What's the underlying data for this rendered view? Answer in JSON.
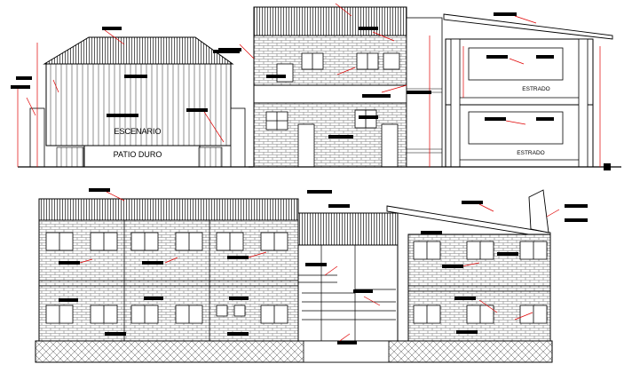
{
  "sheet": {
    "background": "#ffffff",
    "colors": {
      "line": "#000000",
      "leader": "#e00000",
      "label_block": "#000000",
      "hatch": "#555555"
    }
  },
  "top_left_elevation": {
    "label_stage": "ESCENARIO",
    "label_court": "PATIO DURO"
  },
  "top_right_section": {
    "label_upper_room": "ESTRADO",
    "label_lower_room": "ESTRADO"
  },
  "bottom_elevation": {}
}
